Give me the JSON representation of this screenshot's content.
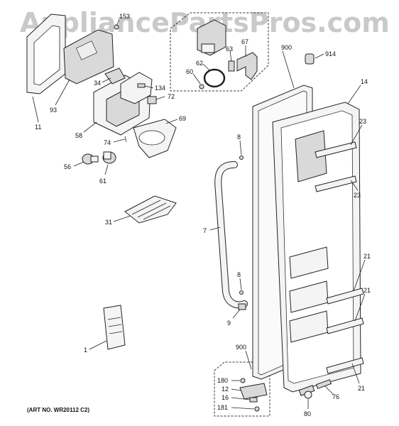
{
  "watermark": "AppliancePartsPros.com",
  "art_number": "(ART NO. WR20112 C2)",
  "callouts": {
    "c153": "153",
    "c11": "11",
    "c93": "93",
    "c34": "34",
    "c134": "134",
    "c72": "72",
    "c58": "58",
    "c69": "69",
    "c74": "74",
    "c56": "56",
    "c61": "61",
    "c31": "31",
    "c7": "7",
    "c8a": "8",
    "c8b": "8",
    "c9": "9",
    "c1": "1",
    "c62": "62",
    "c60": "60",
    "c63": "63",
    "c67": "67",
    "c900a": "900",
    "c914": "914",
    "c14": "14",
    "c23a": "23",
    "c23b": "23",
    "c21a": "21",
    "c21b": "21",
    "c21c": "21",
    "c900b": "900",
    "c180": "180",
    "c12": "12",
    "c16": "16",
    "c181": "181",
    "c76": "76",
    "c80": "80"
  }
}
